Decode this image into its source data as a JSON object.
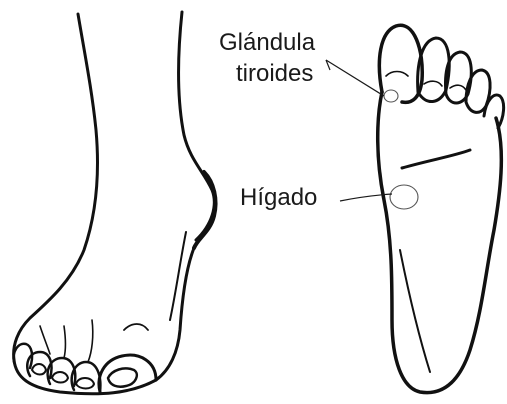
{
  "figure": {
    "subject": "foot-reflexology-points",
    "labels": {
      "thyroid_line1": "Glándula",
      "thyroid_line2": "tiroides",
      "liver": "Hígado"
    },
    "colors": {
      "ink": "#111111",
      "label": "#1a1a1a",
      "marker": "#555555",
      "background": "#ffffff"
    }
  }
}
